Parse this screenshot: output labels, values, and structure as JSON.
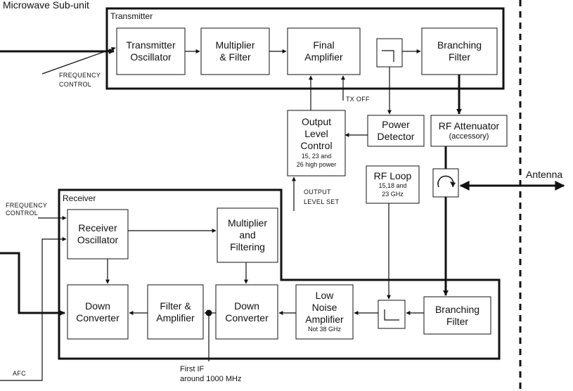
{
  "title": "Microwave Sub-unit",
  "antenna": "Antenna",
  "transmitter": {
    "label": "Transmitter",
    "tx_osc": [
      "Transmitter",
      "Oscillator"
    ],
    "mult": [
      "Multiplier",
      "& Filter"
    ],
    "final_amp": [
      "Final",
      "Amplifier"
    ],
    "branching": [
      "Branching",
      "Filter"
    ]
  },
  "power_detector": [
    "Power",
    "Detector"
  ],
  "output_level": {
    "lines": [
      "Output",
      "Level",
      "Control"
    ],
    "note": [
      "15, 23 and",
      "26 high power"
    ]
  },
  "rf_attenuator": {
    "line1": "RF Attenuator",
    "note": "(accessory)"
  },
  "rf_loop": {
    "line1": "RF Loop",
    "note": [
      "15,18 and",
      "23 GHz"
    ]
  },
  "tx_off": "TX OFF",
  "output_level_set": [
    "OUTPUT",
    "LEVEL SET"
  ],
  "freq_control_tx": [
    "FREQUENCY",
    "CONTROL"
  ],
  "freq_control_rx": [
    "FREQUENCY",
    "CONTROL"
  ],
  "afc": "AFC",
  "receiver": {
    "label": "Receiver",
    "rx_osc": [
      "Receiver",
      "Oscillator"
    ],
    "mult": [
      "Multiplier",
      "and",
      "Filtering"
    ],
    "down1": [
      "Down",
      "Converter"
    ],
    "filter_amp": [
      "Filter &",
      "Amplifier"
    ],
    "down2": [
      "Down",
      "Converter"
    ],
    "lna": {
      "lines": [
        "Low",
        "Noise",
        "Amplifier"
      ],
      "note": "Not 38 GHz"
    },
    "branching": [
      "Branching",
      "Filter"
    ]
  },
  "first_if": [
    "First IF",
    "around 1000 MHz"
  ]
}
